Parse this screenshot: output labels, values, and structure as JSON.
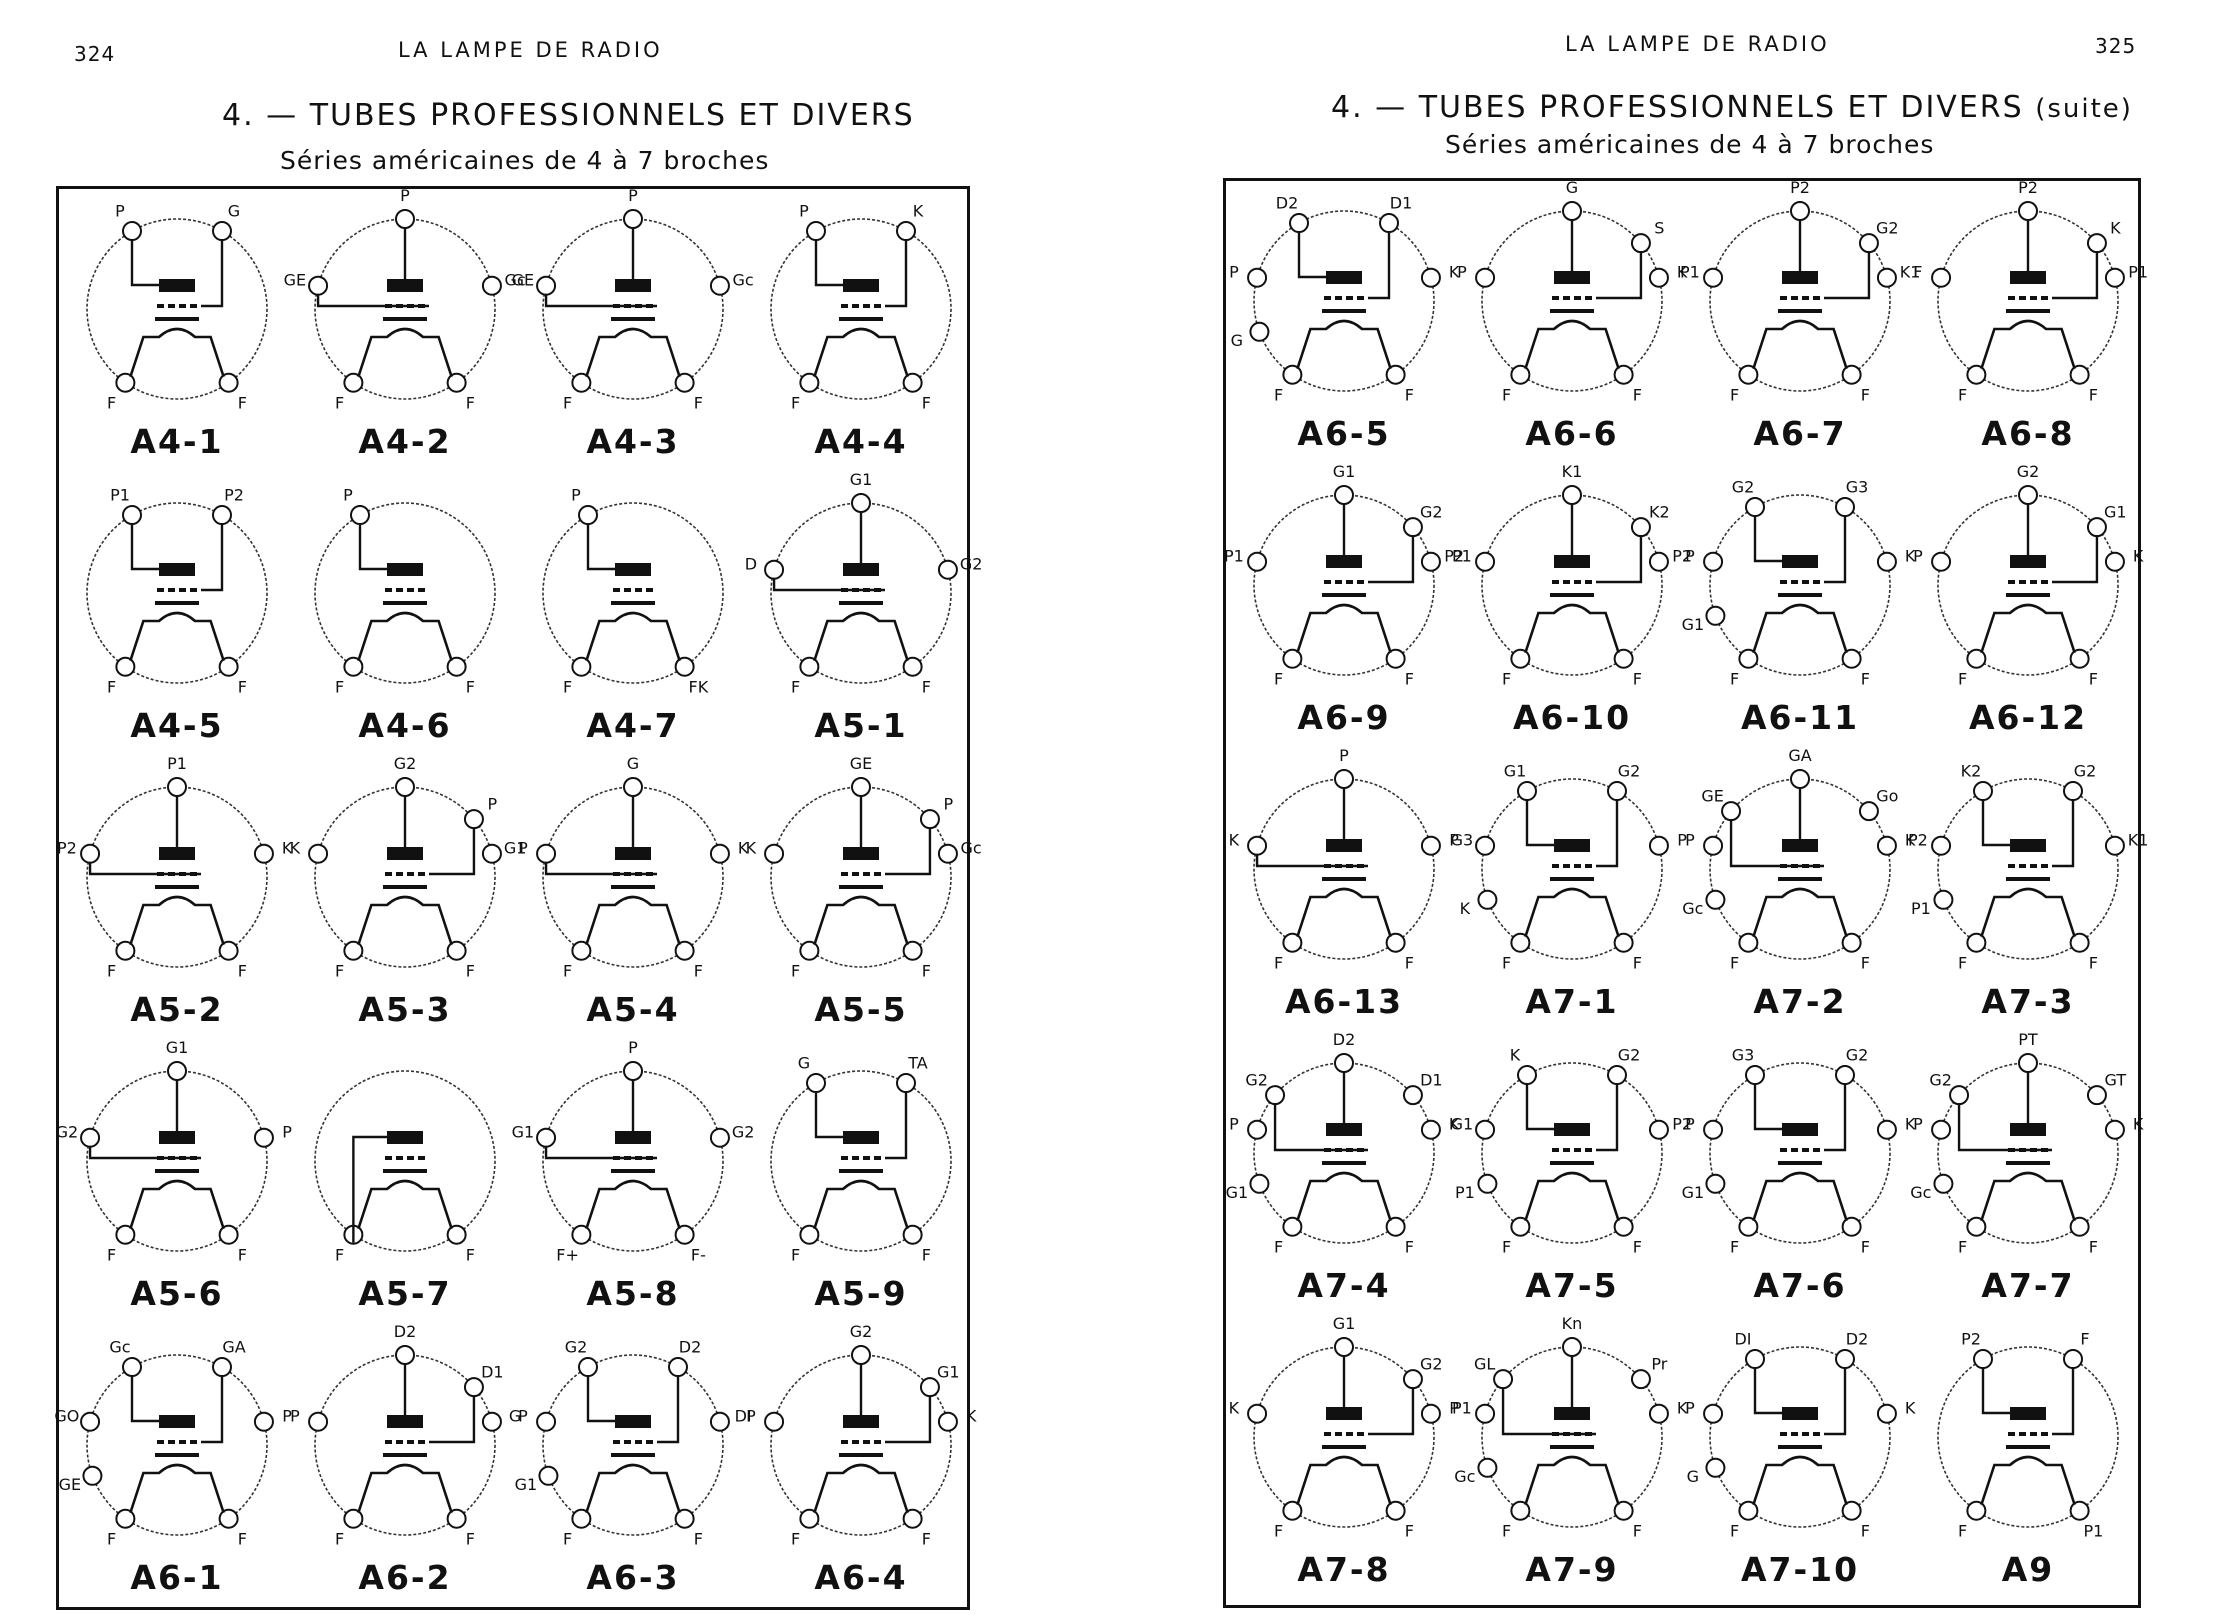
{
  "left": {
    "page_number": "324",
    "running_head": "LA LAMPE DE RADIO",
    "title": "4. — TUBES PROFESSIONNELS ET DIVERS",
    "subtitle": "Séries américaines de 4 à 7 broches",
    "diagrams": [
      {
        "label": "A4-1",
        "pins": [
          "P",
          "G",
          "F",
          "F"
        ]
      },
      {
        "label": "A4-2",
        "pins": [
          "P",
          "GE",
          "Gc",
          "F",
          "F"
        ]
      },
      {
        "label": "A4-3",
        "pins": [
          "P",
          "GE",
          "Gc",
          "F",
          "F"
        ]
      },
      {
        "label": "A4-4",
        "pins": [
          "P",
          "K",
          "F",
          "F"
        ]
      },
      {
        "label": "A4-5",
        "pins": [
          "P1",
          "P2",
          "F",
          "F"
        ]
      },
      {
        "label": "A4-6",
        "pins": [
          "P",
          "F",
          "F"
        ]
      },
      {
        "label": "A4-7",
        "pins": [
          "P",
          "F",
          "FK"
        ]
      },
      {
        "label": "A5-1",
        "pins": [
          "G1",
          "D",
          "G2",
          "F",
          "F"
        ]
      },
      {
        "label": "A5-2",
        "pins": [
          "P1",
          "P2",
          "K",
          "F",
          "F"
        ]
      },
      {
        "label": "A5-3",
        "pins": [
          "G2",
          "P",
          "K",
          "G1",
          "F",
          "F"
        ]
      },
      {
        "label": "A5-4",
        "pins": [
          "G",
          "P",
          "K",
          "F",
          "F"
        ]
      },
      {
        "label": "A5-5",
        "pins": [
          "GE",
          "P",
          "K",
          "Gc",
          "F",
          "F"
        ]
      },
      {
        "label": "A5-6",
        "pins": [
          "G1",
          "G2",
          "P",
          "F",
          "F"
        ]
      },
      {
        "label": "A5-7",
        "pins": [
          "F",
          "F"
        ]
      },
      {
        "label": "A5-8",
        "pins": [
          "P",
          "G1",
          "G2",
          "F+",
          "F-"
        ]
      },
      {
        "label": "A5-9",
        "pins": [
          "G",
          "TA",
          "F",
          "F"
        ]
      },
      {
        "label": "A6-1",
        "pins": [
          "Gc",
          "GA",
          "GO",
          "P",
          "GE",
          "F",
          "F"
        ]
      },
      {
        "label": "A6-2",
        "pins": [
          "D2",
          "D1",
          "P",
          "G",
          "F",
          "F"
        ]
      },
      {
        "label": "A6-3",
        "pins": [
          "G2",
          "D2",
          "P",
          "DI",
          "G1",
          "F",
          "F"
        ]
      },
      {
        "label": "A6-4",
        "pins": [
          "G2",
          "G1",
          "P",
          "K",
          "F",
          "F"
        ]
      }
    ]
  },
  "right": {
    "page_number": "325",
    "running_head": "LA LAMPE DE RADIO",
    "title": "4. — TUBES PROFESSIONNELS ET DIVERS",
    "title_suffix": "(suite)",
    "subtitle": "Séries américaines de 4 à 7 broches",
    "diagrams": [
      {
        "label": "A6-5",
        "pins": [
          "D2",
          "D1",
          "P",
          "K",
          "G",
          "F",
          "F"
        ]
      },
      {
        "label": "A6-6",
        "pins": [
          "G",
          "S",
          "P",
          "K",
          "F",
          "F"
        ]
      },
      {
        "label": "A6-7",
        "pins": [
          "P2",
          "G2",
          "P1",
          "K1",
          "F",
          "F"
        ]
      },
      {
        "label": "A6-8",
        "pins": [
          "P2",
          "K",
          "F",
          "P1",
          "F",
          "F"
        ]
      },
      {
        "label": "A6-9",
        "pins": [
          "G1",
          "G2",
          "P1",
          "P2",
          "F",
          "F"
        ]
      },
      {
        "label": "A6-10",
        "pins": [
          "K1",
          "K2",
          "P1",
          "P2",
          "F",
          "F"
        ]
      },
      {
        "label": "A6-11",
        "pins": [
          "G2",
          "G3",
          "P",
          "K",
          "G1",
          "F",
          "F"
        ]
      },
      {
        "label": "A6-12",
        "pins": [
          "G2",
          "G1",
          "P",
          "K",
          "F",
          "F"
        ]
      },
      {
        "label": "A6-13",
        "pins": [
          "P",
          "K",
          "P",
          "F",
          "F"
        ]
      },
      {
        "label": "A7-1",
        "pins": [
          "G1",
          "G2",
          "G3",
          "P",
          "K",
          "F",
          "F"
        ]
      },
      {
        "label": "A7-2",
        "pins": [
          "GA",
          "GE",
          "Go",
          "P",
          "K",
          "Gc",
          "F",
          "F"
        ]
      },
      {
        "label": "A7-3",
        "pins": [
          "K2",
          "G2",
          "P2",
          "K1",
          "P1",
          "F",
          "F"
        ]
      },
      {
        "label": "A7-4",
        "pins": [
          "D2",
          "G2",
          "D1",
          "P",
          "K",
          "G1",
          "F",
          "F"
        ]
      },
      {
        "label": "A7-5",
        "pins": [
          "K",
          "G2",
          "G1",
          "P2",
          "P1",
          "F",
          "F"
        ]
      },
      {
        "label": "A7-6",
        "pins": [
          "G3",
          "G2",
          "P",
          "K",
          "G1",
          "F",
          "F"
        ]
      },
      {
        "label": "A7-7",
        "pins": [
          "PT",
          "G2",
          "GT",
          "P",
          "K",
          "Gc",
          "F",
          "F"
        ]
      },
      {
        "label": "A7-8",
        "pins": [
          "G1",
          "G2",
          "K",
          "P",
          "F",
          "F"
        ]
      },
      {
        "label": "A7-9",
        "pins": [
          "Kn",
          "GL",
          "Pr",
          "P1",
          "K",
          "Gc",
          "F",
          "F"
        ]
      },
      {
        "label": "A7-10",
        "pins": [
          "DI",
          "D2",
          "P",
          "K",
          "G",
          "F",
          "F"
        ]
      },
      {
        "label": "A9",
        "pins": [
          "P2",
          "F",
          "F",
          "P1"
        ]
      }
    ]
  }
}
